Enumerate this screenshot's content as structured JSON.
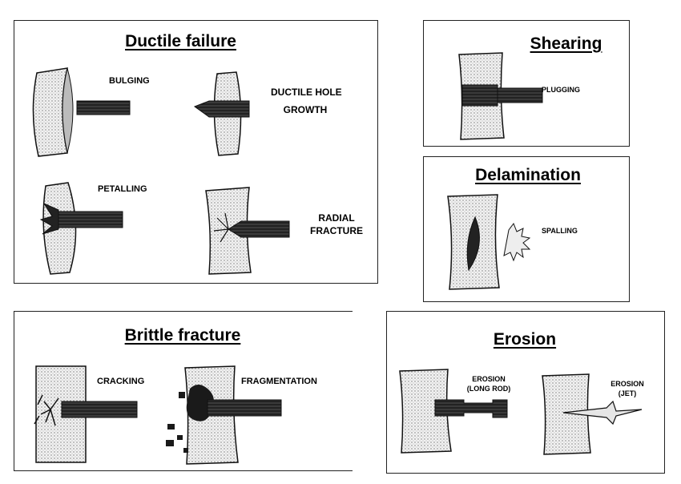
{
  "panels": {
    "ductile": {
      "title": "Ductile failure",
      "labels": {
        "bulging": "BULGING",
        "ductile_hole_1": "DUCTILE HOLE",
        "ductile_hole_2": "GROWTH",
        "petalling": "PETALLING",
        "radial_1": "RADIAL",
        "radial_2": "FRACTURE"
      }
    },
    "shearing": {
      "title": "Shearing",
      "labels": {
        "plugging": "PLUGGING"
      }
    },
    "delamination": {
      "title": "Delamination",
      "labels": {
        "spalling": "SPALLING"
      }
    },
    "brittle": {
      "title": "Brittle fracture",
      "labels": {
        "cracking": "CRACKING",
        "fragmentation": "FRAGMENTATION"
      }
    },
    "erosion": {
      "title": "Erosion",
      "labels": {
        "long_rod_1": "EROSION",
        "long_rod_2": "(LONG ROD)",
        "jet_1": "EROSION",
        "jet_2": "(JET)"
      }
    }
  },
  "colors": {
    "ink": "#111111",
    "plate": "#d8d8d8",
    "projectile": "#2a2a2a"
  }
}
